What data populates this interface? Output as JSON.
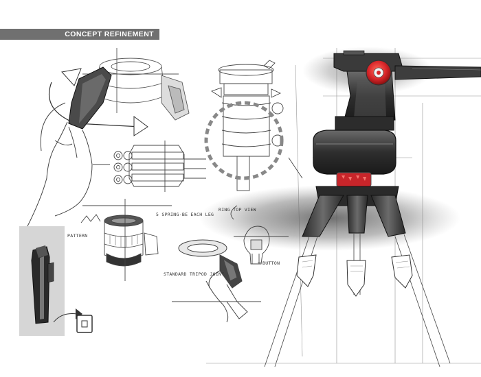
{
  "banner": {
    "title": "CONCEPT REFINEMENT"
  },
  "annotations": {
    "spring_note": "5 SPRING-BE EACH LEG",
    "pattern": "PATTERN",
    "standard_joint": "STANDARD TRIPOD JOINT",
    "ring_view": "RING TOP VIEW",
    "button": "BUTTON"
  },
  "colors": {
    "banner": "#707070",
    "accent_red": "#d8262a",
    "dark": "#333333"
  }
}
